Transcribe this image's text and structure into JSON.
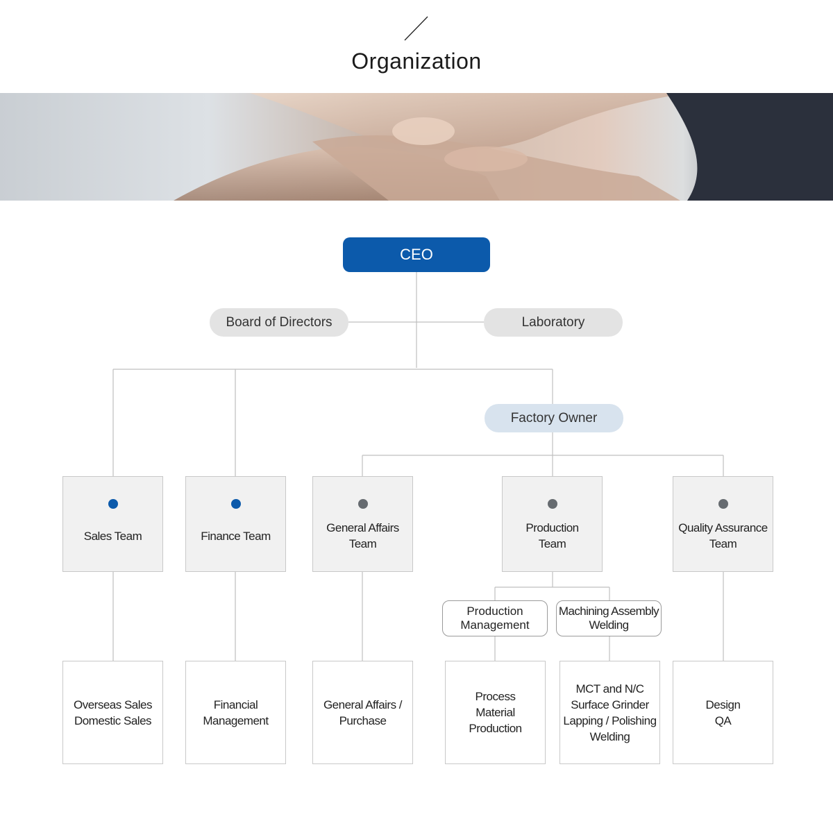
{
  "header": {
    "title": "Organization"
  },
  "banner": {
    "image": "teamwork-stacked-hands-photo"
  },
  "org": {
    "ceo": "CEO",
    "board": "Board of Directors",
    "laboratory": "Laboratory",
    "factory_owner": "Factory Owner",
    "teams": {
      "sales": "Sales Team",
      "finance": "Finance Team",
      "general_affairs": "General Affairs\nTeam",
      "production": "Production\nTeam",
      "quality": "Quality Assurance\nTeam"
    },
    "production_units": {
      "management": "Production\nManagement",
      "machining": "Machining Assembly\nWelding"
    },
    "duties": {
      "sales": "Overseas Sales\nDomestic Sales",
      "finance": "Financial\nManagement",
      "general_affairs": "General Affairs /\nPurchase",
      "production_management": "Process\nMaterial\nProduction",
      "machining": "MCT and N/C\nSurface Grinder\nLapping / Polishing\nWelding",
      "quality": "Design\nQA"
    }
  },
  "colors": {
    "ceo_fill": "#0c5aab",
    "pill_fill": "#e3e3e3",
    "factory_fill": "#d8e3ee",
    "team_fill": "#f1f1f1",
    "line": "#bfbfbf",
    "dot_blue": "#0c5aab",
    "dot_gray": "#666b70"
  }
}
